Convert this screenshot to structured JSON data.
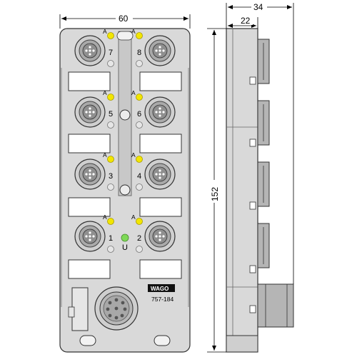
{
  "dimensions": {
    "width_front": "60",
    "width_side_total": "34",
    "width_side_body": "22",
    "height": "152"
  },
  "channels": [
    {
      "number": "7",
      "led_label": "A"
    },
    {
      "number": "8",
      "led_label": "A"
    },
    {
      "number": "5",
      "led_label": "A"
    },
    {
      "number": "6",
      "led_label": "A"
    },
    {
      "number": "3",
      "led_label": "A"
    },
    {
      "number": "4",
      "led_label": "A"
    },
    {
      "number": "1",
      "led_label": "A"
    },
    {
      "number": "2",
      "led_label": "A"
    }
  ],
  "supply_led_label": "U",
  "brand": "WAGO",
  "model": "757-184",
  "colors": {
    "housing": "#d9d9d9",
    "housing_dark": "#c4c4c4",
    "led_yellow": "#f2e600",
    "led_green": "#7ed957",
    "connector": "#b5b5b5",
    "logo_bg": "#111111"
  }
}
